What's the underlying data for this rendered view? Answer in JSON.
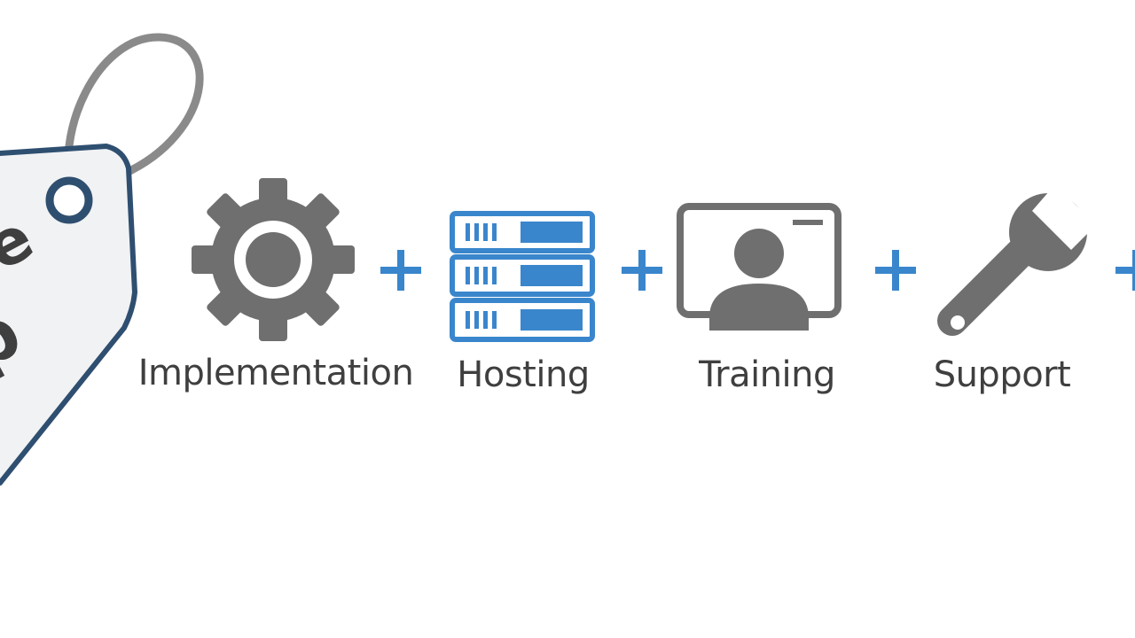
{
  "tag": {
    "text_line1": "e",
    "text_line2": "p"
  },
  "items": [
    {
      "label": "Implementation",
      "icon": "gear-icon"
    },
    {
      "label": "Hosting",
      "icon": "server-rack-icon"
    },
    {
      "label": "Training",
      "icon": "screen-presenter-icon"
    },
    {
      "label": "Support",
      "icon": "wrench-icon"
    }
  ],
  "colors": {
    "icon_gray": "#6f6f6f",
    "accent_blue": "#3a86cc",
    "tag_border": "#2f4f70",
    "text": "#3f3f3f"
  }
}
